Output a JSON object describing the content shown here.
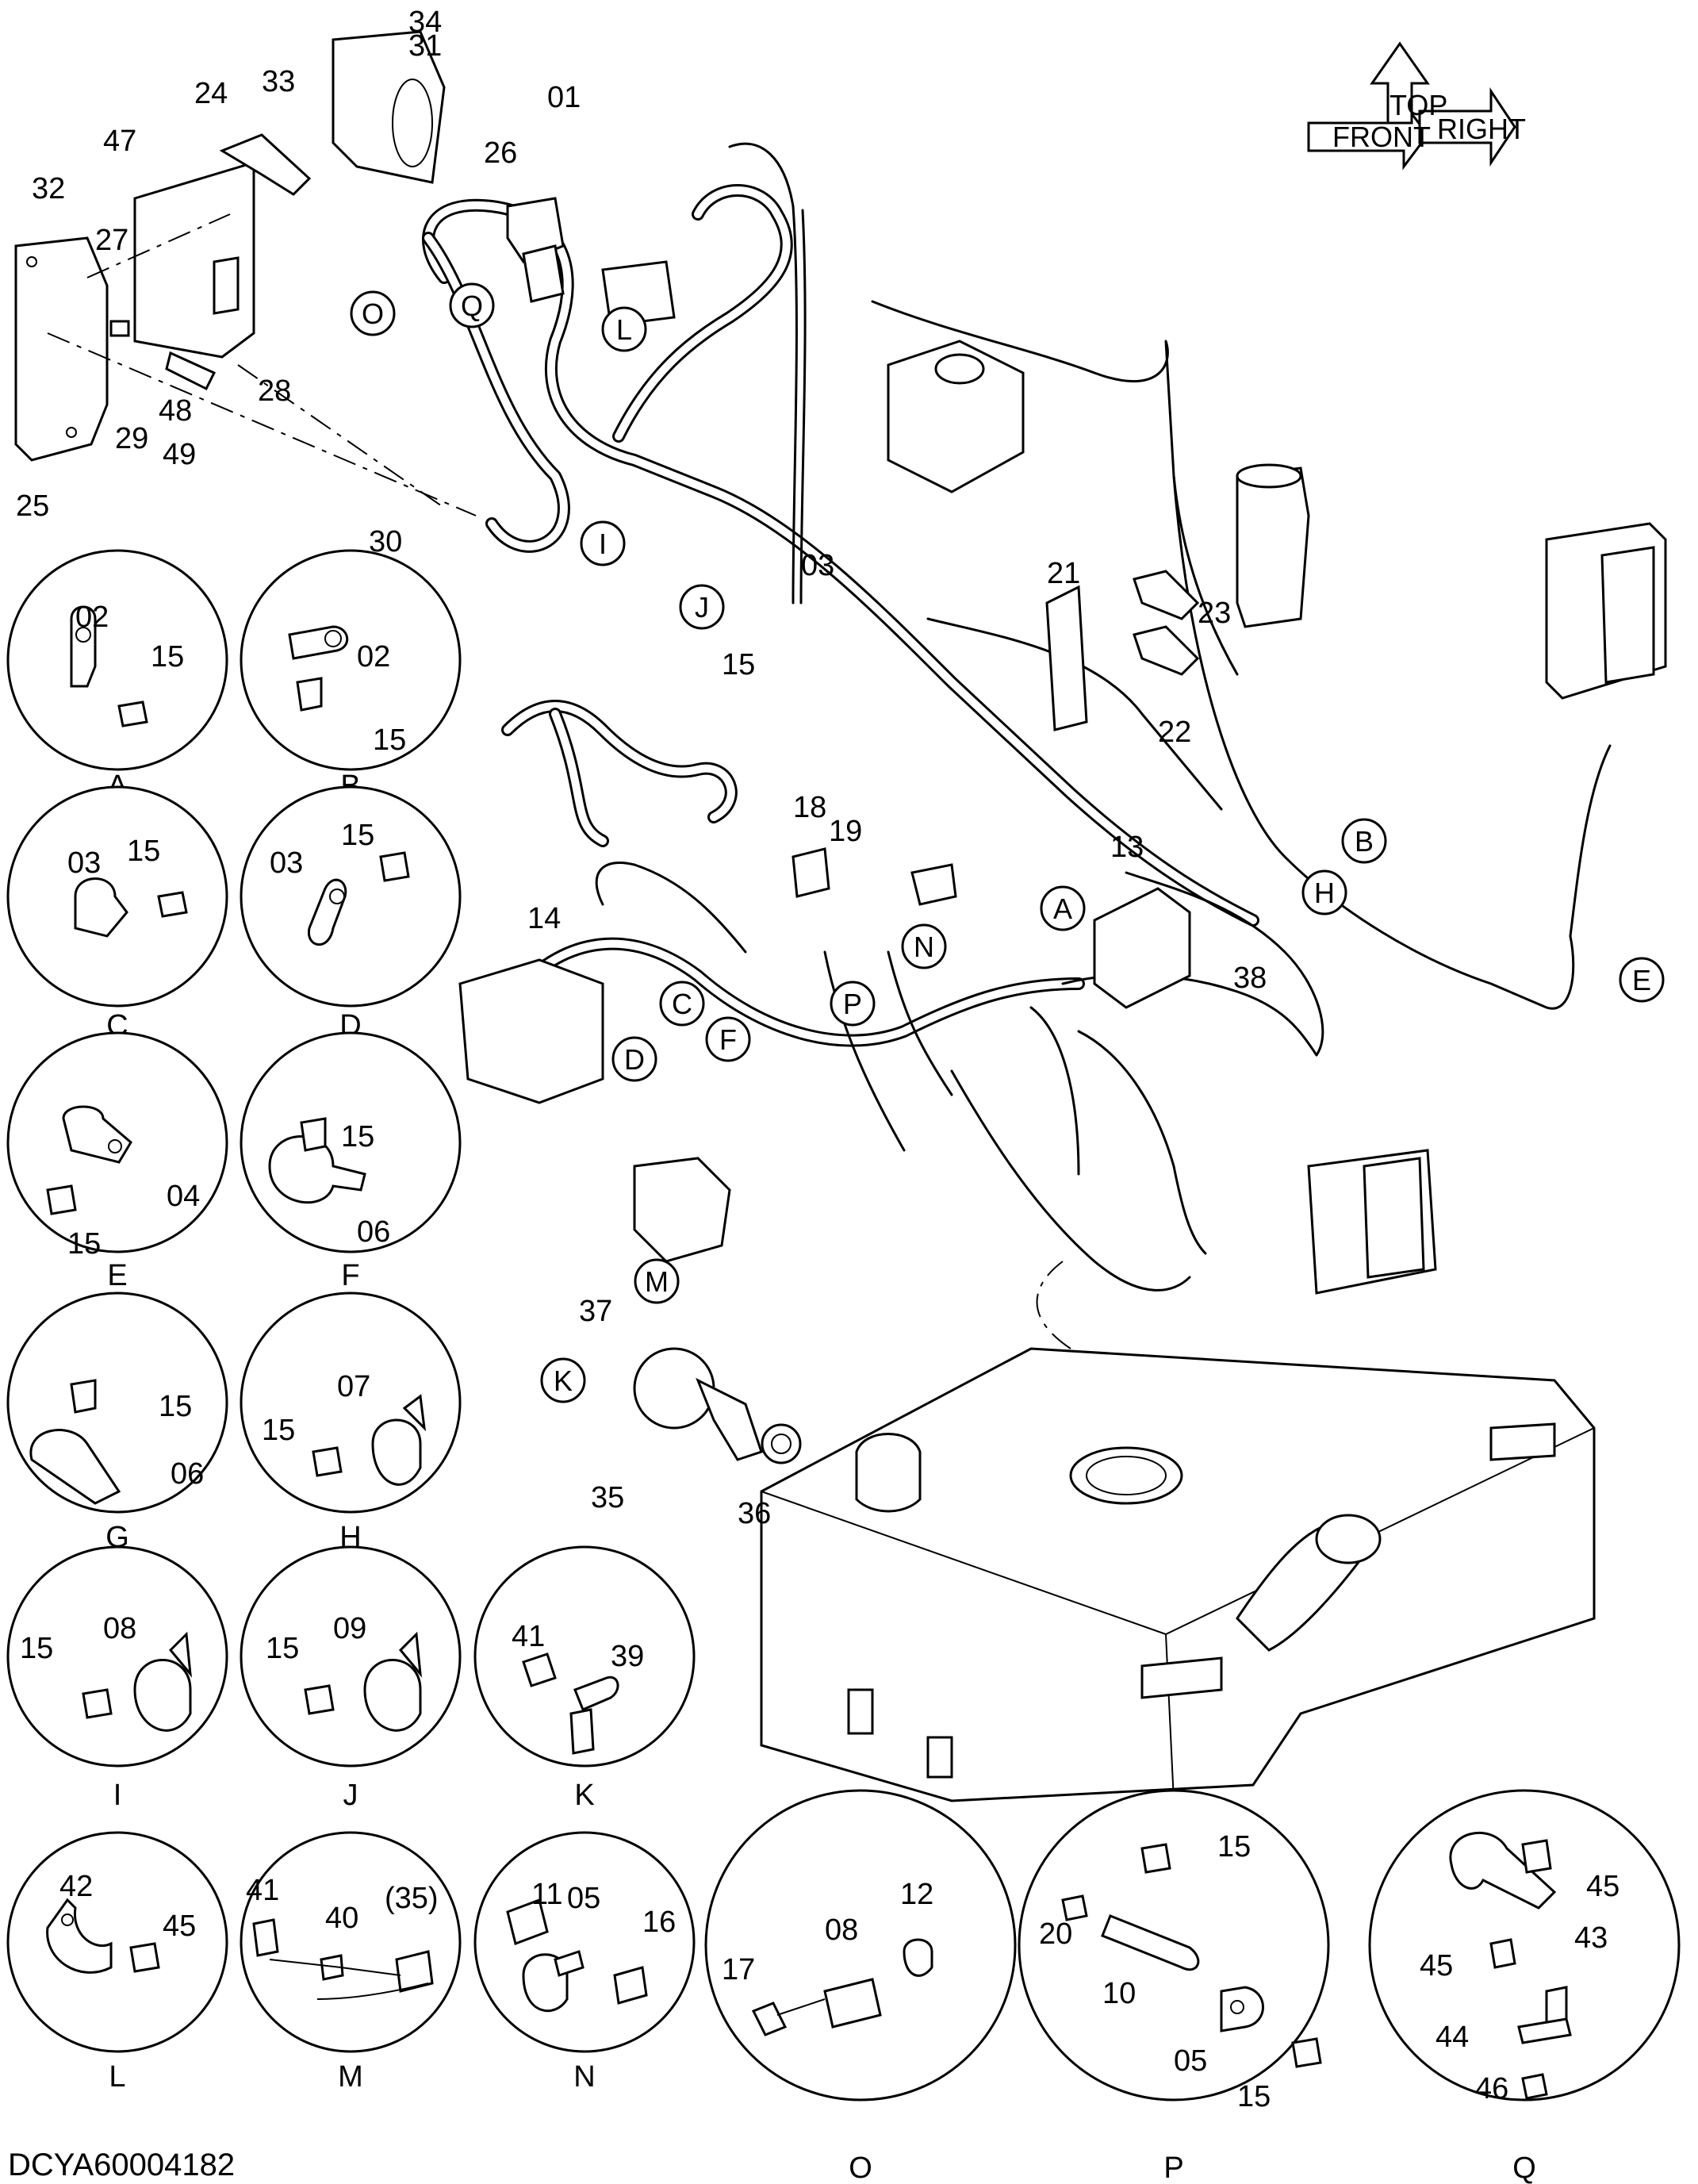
{
  "drawing_id": "DCYA60004182",
  "orientation_symbol": {
    "labels": [
      "FRONT",
      "TOP",
      "RIGHT"
    ]
  },
  "main_part_numbers": [
    "01",
    "03",
    "13",
    "14",
    "15",
    "18",
    "19",
    "21",
    "22",
    "23",
    "24",
    "25",
    "26",
    "27",
    "28",
    "29",
    "30",
    "31",
    "32",
    "33",
    "34",
    "35",
    "36",
    "37",
    "38",
    "47",
    "48",
    "49"
  ],
  "main_callout_letters": [
    "A",
    "B",
    "C",
    "D",
    "E",
    "F",
    "H",
    "I",
    "J",
    "K",
    "L",
    "M",
    "N",
    "O",
    "P",
    "Q"
  ],
  "details": [
    {
      "letter": "A",
      "parts": [
        "02",
        "15"
      ]
    },
    {
      "letter": "B",
      "parts": [
        "02",
        "15"
      ]
    },
    {
      "letter": "C",
      "parts": [
        "03",
        "15"
      ]
    },
    {
      "letter": "D",
      "parts": [
        "03",
        "15"
      ]
    },
    {
      "letter": "E",
      "parts": [
        "04",
        "15"
      ]
    },
    {
      "letter": "F",
      "parts": [
        "15",
        "06"
      ]
    },
    {
      "letter": "G",
      "parts": [
        "15",
        "06"
      ]
    },
    {
      "letter": "H",
      "parts": [
        "07",
        "15"
      ]
    },
    {
      "letter": "I",
      "parts": [
        "08",
        "15"
      ]
    },
    {
      "letter": "J",
      "parts": [
        "09",
        "15"
      ]
    },
    {
      "letter": "K",
      "parts": [
        "41",
        "39"
      ]
    },
    {
      "letter": "L",
      "parts": [
        "42",
        "45"
      ]
    },
    {
      "letter": "M",
      "parts": [
        "41",
        "40",
        "(35)"
      ]
    },
    {
      "letter": "N",
      "parts": [
        "11",
        "05",
        "16"
      ]
    },
    {
      "letter": "O",
      "parts": [
        "08",
        "12",
        "17"
      ]
    },
    {
      "letter": "P",
      "parts": [
        "15",
        "20",
        "10",
        "05",
        "15"
      ]
    },
    {
      "letter": "Q",
      "parts": [
        "45",
        "43",
        "45",
        "44",
        "46"
      ]
    }
  ]
}
